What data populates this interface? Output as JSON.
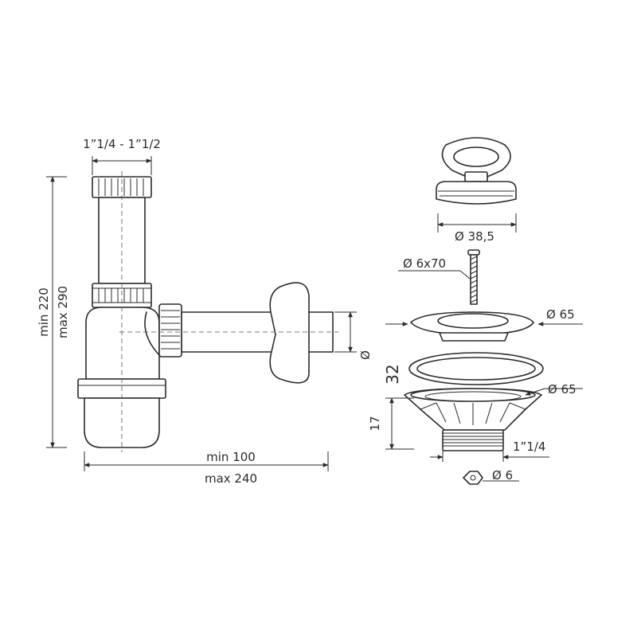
{
  "siphon": {
    "inlet_thread": "1”1/4 - 1”1/2",
    "height_min": "min 220",
    "height_max": "max 290",
    "length_min": "min 100",
    "length_max": "max 240",
    "outlet_diameter": "Ø",
    "outlet_size": "32"
  },
  "drain_kit": {
    "plug_diameter": "Ø 38,5",
    "screw": "Ø 6x70",
    "flange_top_diameter": "Ø 65",
    "flange_bottom_diameter": "Ø 65",
    "body_height": "17",
    "thread": "1”1/4",
    "nut_diameter": "Ø 6"
  },
  "colors": {
    "stroke": "#2b2b2b",
    "background": "#ffffff"
  }
}
